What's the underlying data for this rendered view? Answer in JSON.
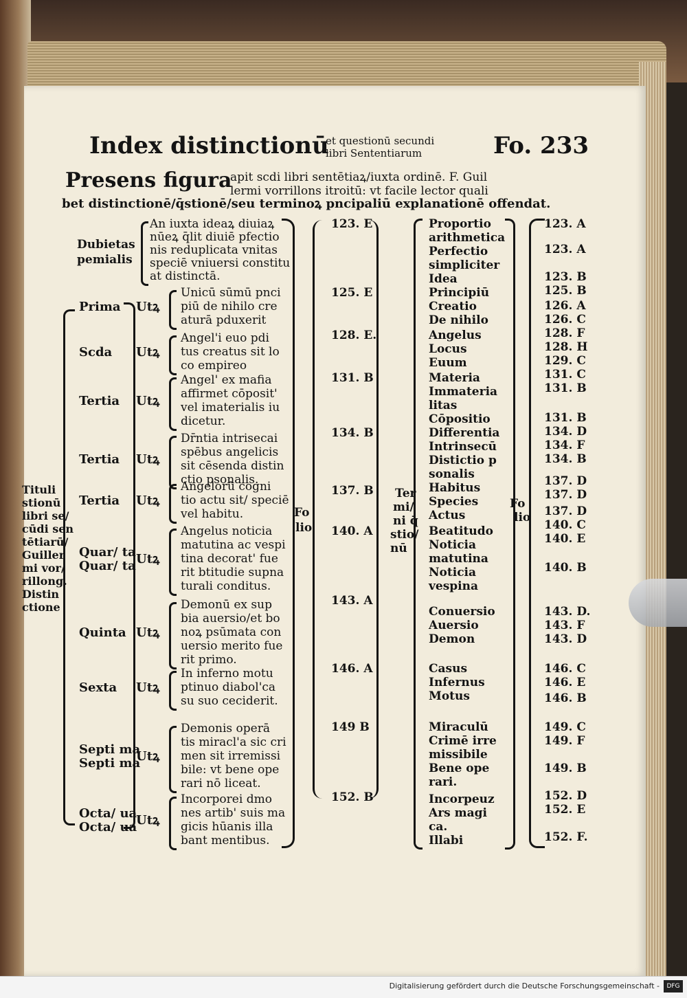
{
  "header": {
    "title": "Index distinctionū",
    "subtitle_1": "et questionū secundi",
    "subtitle_2": "libri Sententiarum",
    "folio": "Fo. 233"
  },
  "intro": {
    "lead": "Presens figura",
    "line_1": "apit scdi libri sentētiaꝝ/iuxta ordinē. F. Guil",
    "line_2": "lermi vorrillons itroitū: vt facile lector quali",
    "line_3": "bet distinctionē/q̄stionē/seu terminoꝝ pncipaliū explanationē offendat."
  },
  "side_title": [
    "Tituli",
    "stionū",
    "libri se/",
    "cūdi sen",
    "tētiarū/",
    "Guiller",
    "mi vor/",
    "rillong.",
    "Distin",
    "ctione"
  ],
  "dubietas": {
    "label": [
      "Dubietas",
      "pemialis"
    ],
    "text": [
      "An iuxta ideaꝝ diuiaꝝ",
      "nūeꝝ q̄lit diuiē pfectio",
      "nis reduplicata vnitas",
      "speciē vniuersi constitu",
      "at distinctā."
    ]
  },
  "distinctions": [
    {
      "name": "Prima",
      "utr": "Utꝝ",
      "text": [
        "Unicū sūmū pnci",
        "piū de nihilo cre",
        "aturā pduxerit"
      ]
    },
    {
      "name": "Scda",
      "utr": "Utꝝ",
      "text": [
        "Angel'i euo pdi",
        "tus creatus sit lo",
        "co empireo"
      ]
    },
    {
      "name": "Tertia",
      "utr": "Utꝝ",
      "text": [
        "Angel' ex mafia",
        "affirmet cōposit'",
        "vel imaterialis iu",
        "dicetur."
      ]
    },
    {
      "name": "Tertia",
      "utr": "Utꝝ",
      "text": [
        "Dr̄ntia intrisecai",
        "spēbus angelicis",
        "sit cēsenda distin",
        "ctio psonalis."
      ]
    },
    {
      "name": "Tertia",
      "utr": "Utꝝ",
      "text": [
        "Angelorū cogni",
        "tio actu sit/ speciē",
        "vel habitu."
      ]
    },
    {
      "name": "Quar/ ta",
      "utr": "Utꝝ",
      "text": [
        "Angelus noticia",
        "matutina ac vespi",
        "tina decorat' fue",
        "rit btitudie supna",
        "turali conditus."
      ]
    },
    {
      "name": "Quinta",
      "utr": "Utꝝ",
      "text": [
        "Demonū ex sup",
        "bia auersio/et bo",
        "noꝝ psūmata con",
        "uersio merito fue",
        "rit primo."
      ]
    },
    {
      "name": "Sexta",
      "utr": "Utꝝ",
      "text": [
        "In inferno motu",
        "ptinuo diabol'ca",
        "su suo ceciderit."
      ]
    },
    {
      "name": "Septi ma",
      "utr": "Utꝝ",
      "text": [
        "Demonis operā",
        "tis miracl'a sic cri",
        "men sit irremissi",
        "bile: vt bene ope",
        "rari nō liceat."
      ]
    },
    {
      "name": "Octa/ ua",
      "utr": "Utꝝ",
      "text": [
        "Incorporei dmo",
        "nes artib' suis ma",
        "gicis hūanis illa",
        "bant mentibus."
      ]
    }
  ],
  "folio_col1": {
    "label": "Fo lio",
    "refs": [
      "123. E",
      "125. E",
      "128. E.",
      "131. B",
      "134. B",
      "137. B",
      "140. A",
      "143. A",
      "146. A",
      "149 B",
      "152. B"
    ]
  },
  "terms_label": [
    "Ter",
    "mi/",
    "ni q̄",
    "stio/",
    "nū"
  ],
  "terms": [
    "Proportio",
    "arithmetica",
    "Perfectio",
    "simpliciter",
    "Idea",
    "Principiū",
    "Creatio",
    "De nihilo",
    "Angelus",
    "Locus",
    "Euum",
    "Materia",
    "Immateria",
    "litas",
    "Cōpositio",
    "Differentia",
    "Intrinsecū",
    "Distictio p",
    "sonalis",
    "Habitus",
    "Species",
    "Actus",
    "Beatitudo",
    "Noticia",
    "matutina",
    "Noticia",
    "vespina",
    "Conuersio",
    "Auersio",
    "Demon",
    "Casus",
    "Infernus",
    "Motus",
    "Miraculū",
    "Crimē irre",
    "missibile",
    "Bene ope",
    "rari.",
    "Incorpeuz",
    "Ars magi",
    "ca.",
    "Illabi"
  ],
  "folio_col2": {
    "label": "Fo lio",
    "refs": [
      "123. A",
      "123. A",
      "123. B",
      "125. B",
      "126. A",
      "126. C",
      "128. F",
      "128. H",
      "129. C",
      "131. C",
      "131. B",
      "131. B",
      "134. D",
      "134. F",
      "134. B",
      "137. D",
      "137. D",
      "137. D",
      "140. C",
      "140. E",
      "140. B",
      "143. D.",
      "143. F",
      "143. D",
      "146. C",
      "146. E",
      "146. B",
      "149. C",
      "149. F",
      "149. B",
      "152. D",
      "152. E",
      "152. F."
    ]
  },
  "footer": {
    "text": "Digitalisierung gefördert durch die Deutsche Forschungsgemeinschaft -",
    "logo": "DFG"
  }
}
